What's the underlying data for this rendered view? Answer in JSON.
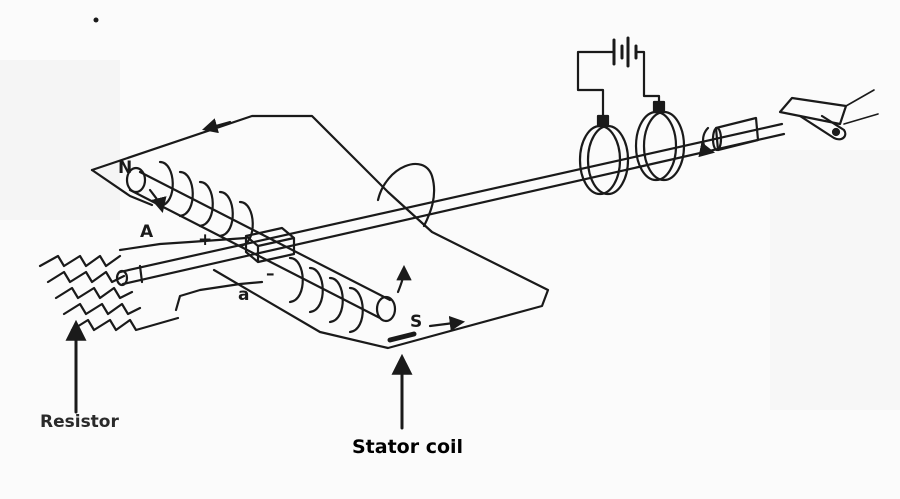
{
  "diagram": {
    "labels": {
      "north": "N",
      "south": "S",
      "point_a_upper": "A",
      "point_a_lower": "a",
      "plus": "+",
      "minus": "–",
      "resistor": "Resistor",
      "stator_coil": "Stator coil"
    },
    "colors": {
      "ink": "#1a1a1a",
      "background": "#fbfbfb"
    }
  }
}
